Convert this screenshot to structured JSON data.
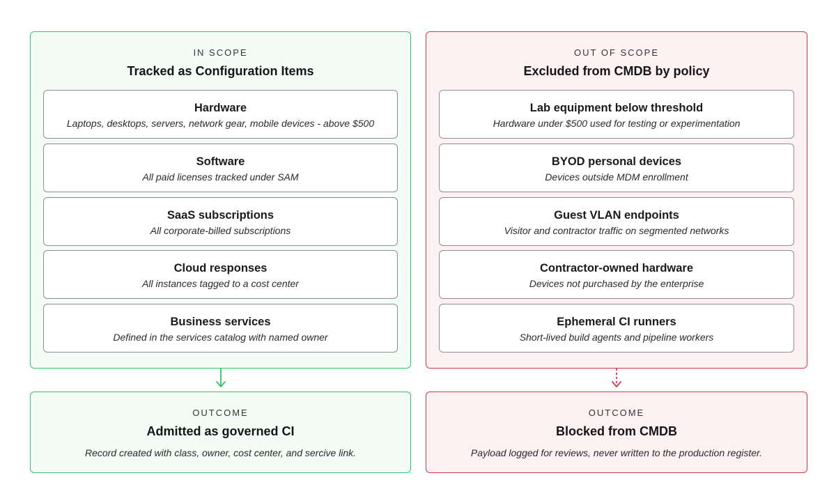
{
  "in_scope": {
    "eyebrow": "IN SCOPE",
    "heading": "Tracked as Configuration Items",
    "items": [
      {
        "title": "Hardware",
        "desc": "Laptops, desktops, servers, network gear, mobile devices - above $500"
      },
      {
        "title": "Software",
        "desc": "All paid licenses tracked under SAM"
      },
      {
        "title": "SaaS subscriptions",
        "desc": "All corporate-billed subscriptions"
      },
      {
        "title": "Cloud responses",
        "desc": "All instances tagged to a cost center"
      },
      {
        "title": "Business services",
        "desc": "Defined in the services catalog with named owner"
      }
    ]
  },
  "out_scope": {
    "eyebrow": "OUT OF SCOPE",
    "heading": "Excluded from CMDB by policy",
    "items": [
      {
        "title": "Lab equipment below threshold",
        "desc": "Hardware under $500 used for testing or experimentation"
      },
      {
        "title": "BYOD personal devices",
        "desc": "Devices outside MDM enrollment"
      },
      {
        "title": "Guest VLAN endpoints",
        "desc": "Visitor and contractor traffic on segmented networks"
      },
      {
        "title": "Contractor-owned hardware",
        "desc": "Devices not purchased by the enterprise"
      },
      {
        "title": "Ephemeral CI runners",
        "desc": "Short-lived build agents and pipeline workers"
      }
    ]
  },
  "outcome_in": {
    "eyebrow": "OUTCOME",
    "heading": "Admitted as governed CI",
    "desc": "Record created with class, owner, cost center, and sercive link."
  },
  "outcome_out": {
    "eyebrow": "OUTCOME",
    "heading": "Blocked from CMDB",
    "desc": "Payload logged for reviews, never written to the production register."
  },
  "colors": {
    "in_accent": "#36c46a",
    "out_accent": "#d63a4c"
  }
}
